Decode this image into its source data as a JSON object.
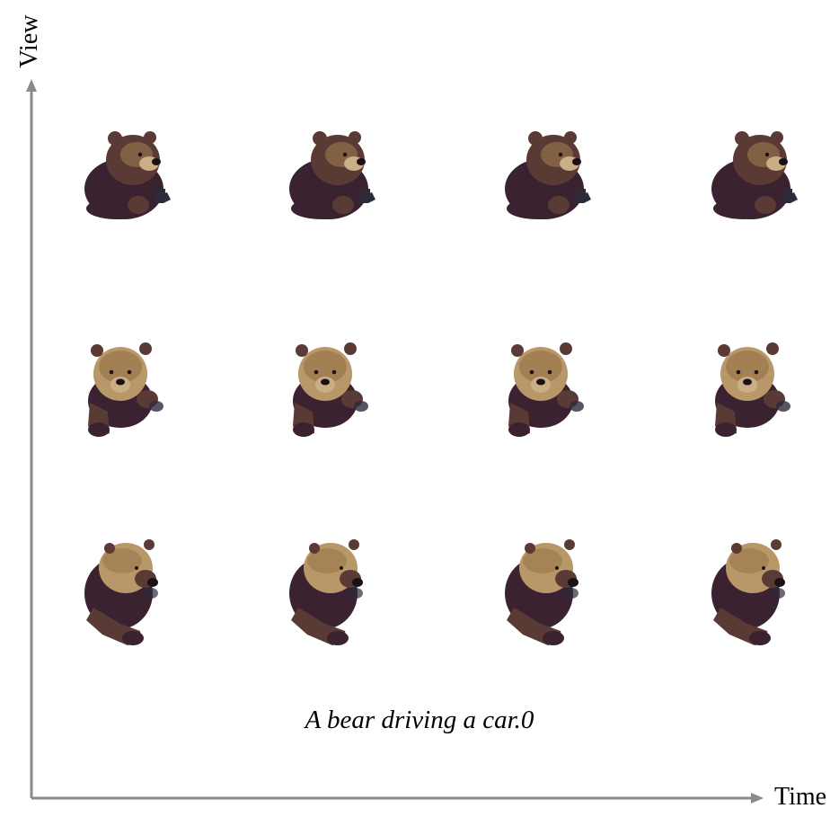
{
  "axes": {
    "y_label": "View",
    "x_label": "Time",
    "color": "#8a8a8a"
  },
  "caption": "A bear driving a car.0",
  "grid": {
    "rows": 3,
    "cols": 4,
    "rows_meta": [
      {
        "view": "front-three-quarter",
        "pose": "hands-on-wheel"
      },
      {
        "view": "front",
        "pose": "leaning"
      },
      {
        "view": "side-three-quarter",
        "pose": "reaching"
      }
    ]
  },
  "colors": {
    "fur_dark": "#3a2230",
    "fur_mid": "#5a3a34",
    "fur_light": "#9c7a4e",
    "fur_tan": "#b89868",
    "snout": "#c9ae86",
    "nose": "#1a1216",
    "wheel": "#2d2a3a"
  }
}
